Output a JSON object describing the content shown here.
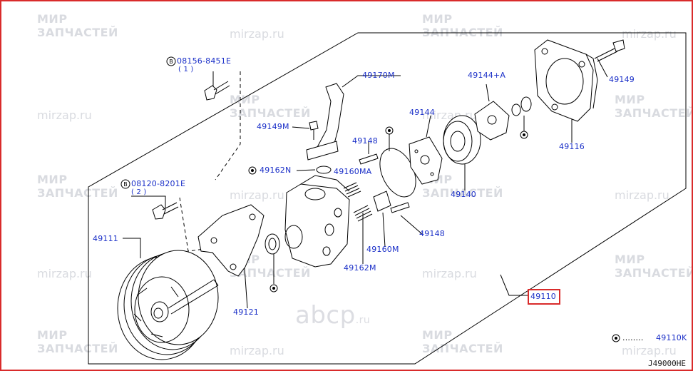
{
  "watermark": {
    "mir": "МИР",
    "zapchastey": "ЗАПЧАСТЕЙ",
    "site": "mirzap.ru",
    "logo_main": "abcp",
    "logo_tld": ".ru"
  },
  "labels": {
    "bolt_upper_code": "08156-8451E",
    "bolt_upper_qty": "( 1 )",
    "bolt_lower_code": "08120-8201E",
    "bolt_lower_qty": "( 2 )",
    "p49170M": "49170M",
    "p49149M": "49149M",
    "p49162N": "49162N",
    "p49160MA": "49160MA",
    "p49148_top": "49148",
    "p49144": "49144",
    "p49144A": "49144+A",
    "p49149": "49149",
    "p49116": "49116",
    "p49140": "49140",
    "p49148_bottom": "49148",
    "p49160M": "49160M",
    "p49162M": "49162M",
    "p49111": "49111",
    "p49121": "49121",
    "p49110": "49110",
    "kit_ref": "49110K",
    "kit_dots": "........"
  },
  "diagram_code": "J49000HE",
  "colors": {
    "label": "#1a2fc8",
    "highlight": "#d92b2b",
    "line": "#000000"
  }
}
